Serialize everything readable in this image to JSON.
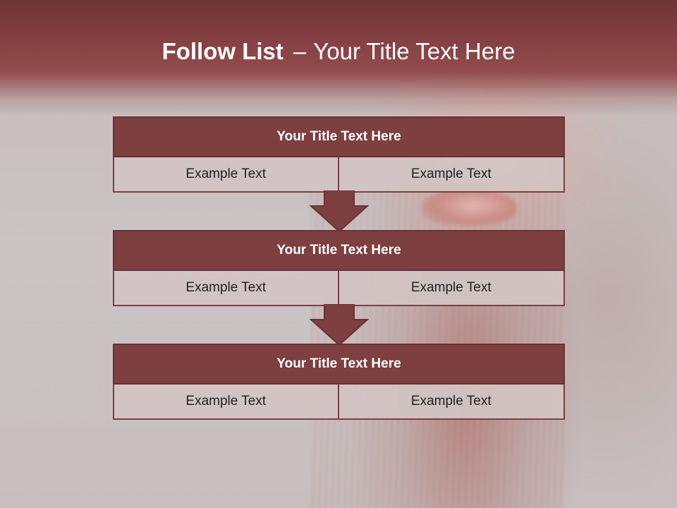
{
  "slide": {
    "title_bold": "Follow List",
    "title_dash": "–",
    "title_rest": "Your Title Text Here"
  },
  "blocks": [
    {
      "title": "Your Title Text Here",
      "left_text": "Example Text",
      "right_text": "Example Text"
    },
    {
      "title": "Your Title Text Here",
      "left_text": "Example Text",
      "right_text": "Example Text"
    },
    {
      "title": "Your Title Text Here",
      "left_text": "Example Text",
      "right_text": "Example Text"
    }
  ],
  "colors": {
    "header_fill": "#7d3f40",
    "title_band": "#803d3f",
    "cell_fill": "#d2c4c4",
    "arrow_fill": "#7d3f40"
  }
}
